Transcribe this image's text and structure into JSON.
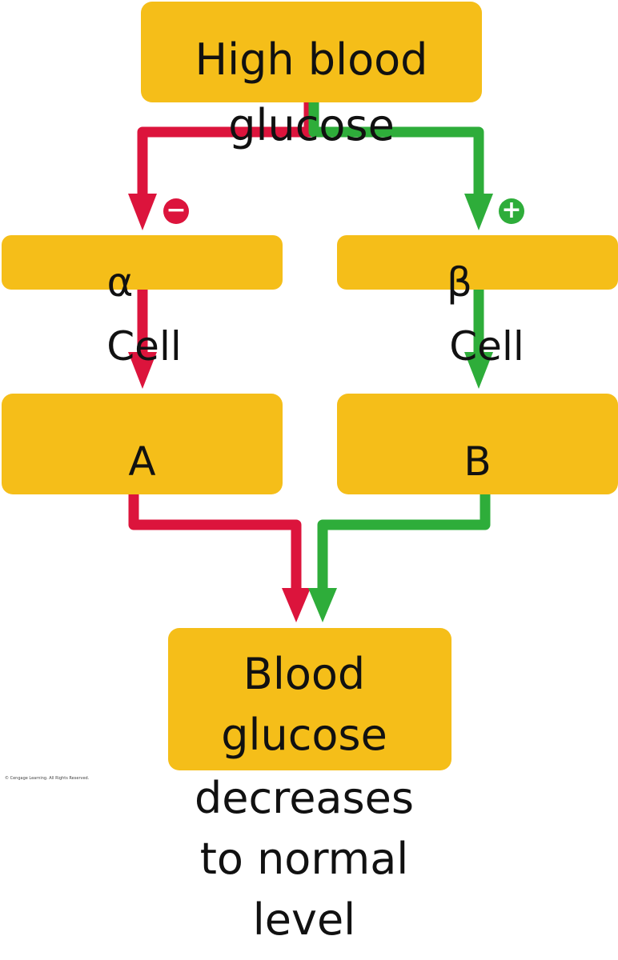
{
  "colors": {
    "box_fill": "#F5BE19",
    "inhibit_arrow": "#DC143C",
    "stimulate_arrow": "#2EAD3A"
  },
  "top_node": {
    "line1": "High blood",
    "line2": "glucose"
  },
  "alpha_cell": {
    "symbol": "α",
    "word": "Cell"
  },
  "beta_cell": {
    "symbol": "β",
    "word": "Cell"
  },
  "hormone_a": {
    "label": "A"
  },
  "hormone_b": {
    "label": "B"
  },
  "signs": {
    "alpha": "−",
    "beta": "+"
  },
  "outcome": {
    "line1": "Blood",
    "line2": "glucose",
    "line3": "decreases",
    "line4": "to normal",
    "line5": "level"
  },
  "copyright": "© Cengage Learning. All Rights Reserved."
}
